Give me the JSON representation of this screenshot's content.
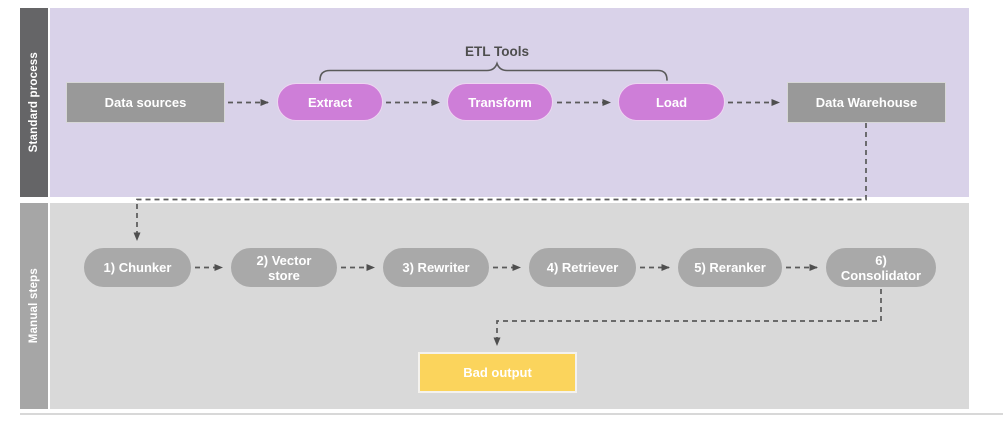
{
  "colors": {
    "lane1_bg": "#d9d2e9",
    "lane1_bar": "#656567",
    "lane2_bg": "#d9d9d9",
    "lane2_bar": "#a6a6a6",
    "node_gray": "#999999",
    "pill_pink": "#ce7ed8",
    "pill_gray": "#a9a9a9",
    "output_yellow": "#fbd45c",
    "connector": "#545454",
    "annotation_text": "#4e4e4e"
  },
  "lanes": {
    "standard": {
      "label": "Standard process"
    },
    "manual": {
      "label": "Manual steps"
    }
  },
  "standard_process": {
    "data_sources": "Data sources",
    "extract": "Extract",
    "transform": "Transform",
    "load": "Load",
    "data_warehouse": "Data Warehouse",
    "bracket_label": "ETL Tools"
  },
  "manual_steps": {
    "steps": [
      "1) Chunker",
      "2) Vector store",
      "3) Rewriter",
      "4) Retriever",
      "5) Reranker",
      "6) Consolidator"
    ],
    "output": "Bad output"
  }
}
